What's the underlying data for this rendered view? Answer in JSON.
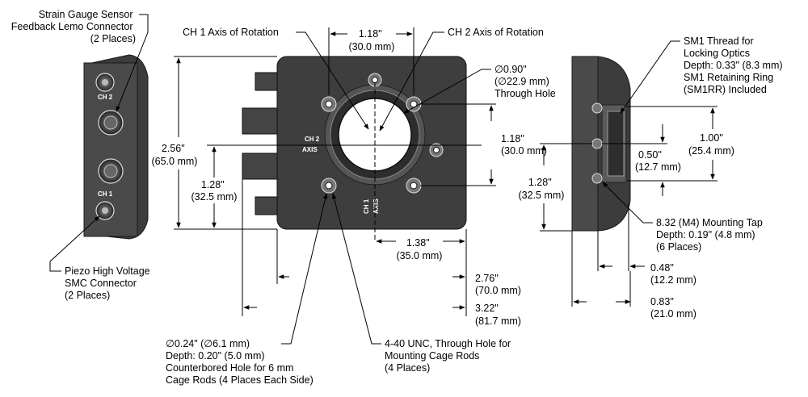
{
  "left_view": {
    "strain_gauge": [
      "Strain Gauge Sensor",
      "Feedback Lemo Connector",
      "(2 Places)"
    ],
    "ch2_label": "CH 2",
    "ch1_label": "CH 1",
    "piezo_connector": [
      "Piezo High Voltage",
      "SMC Connector",
      "(2 Places)"
    ]
  },
  "front_view": {
    "ch1_axis_callout": "CH 1 Axis of Rotation",
    "ch2_axis_callout": "CH 2 Axis of Rotation",
    "top_width": [
      "1.18\"",
      "(30.0 mm)"
    ],
    "through_hole": [
      "∅0.90\"",
      "(∅22.9 mm)",
      "Through Hole"
    ],
    "right_spacing": [
      "1.18\"",
      "(30.0 mm)"
    ],
    "height": [
      "2.56\"",
      "(65.0 mm)"
    ],
    "axis_height": [
      "1.28\"",
      "(32.5 mm)"
    ],
    "center_offset": [
      "1.38\"",
      "(35.0 mm)"
    ],
    "width": [
      "2.76\"",
      "(70.0 mm)"
    ],
    "overall_width": [
      "3.22\"",
      "(81.7 mm)"
    ],
    "ch2_axis_mark": [
      "CH 2",
      "AXIS"
    ],
    "ch1_axis_mark": [
      "CH 1",
      "AXIS"
    ],
    "counterbore": [
      "∅0.24\" (∅6.1 mm)",
      "Depth: 0.20\" (5.0 mm)",
      "Counterbored Hole for 6 mm",
      "Cage Rods (4 Places Each Side)"
    ],
    "cage_rod_hole": [
      "4-40 UNC, Through Hole for",
      "Mounting Cage Rods",
      "(4 Places)"
    ]
  },
  "right_view": {
    "sm1_thread": [
      "SM1 Thread for",
      "Locking Optics",
      "Depth: 0.33\" (8.3 mm)",
      "SM1 Retaining Ring",
      "(SM1RR) Included"
    ],
    "dim_100": [
      "1.00\"",
      "(25.4 mm)"
    ],
    "dim_050": [
      "0.50\"",
      "(12.7 mm)"
    ],
    "dim_128": [
      "1.28\"",
      "(32.5 mm)"
    ],
    "mounting_tap": [
      "8.32 (M4) Mounting Tap",
      "Depth: 0.19\" (4.8 mm)",
      "(6 Places)"
    ],
    "dim_048": [
      "0.48\"",
      "(12.2 mm)"
    ],
    "dim_083": [
      "0.83\"",
      "(21.0 mm)"
    ]
  }
}
